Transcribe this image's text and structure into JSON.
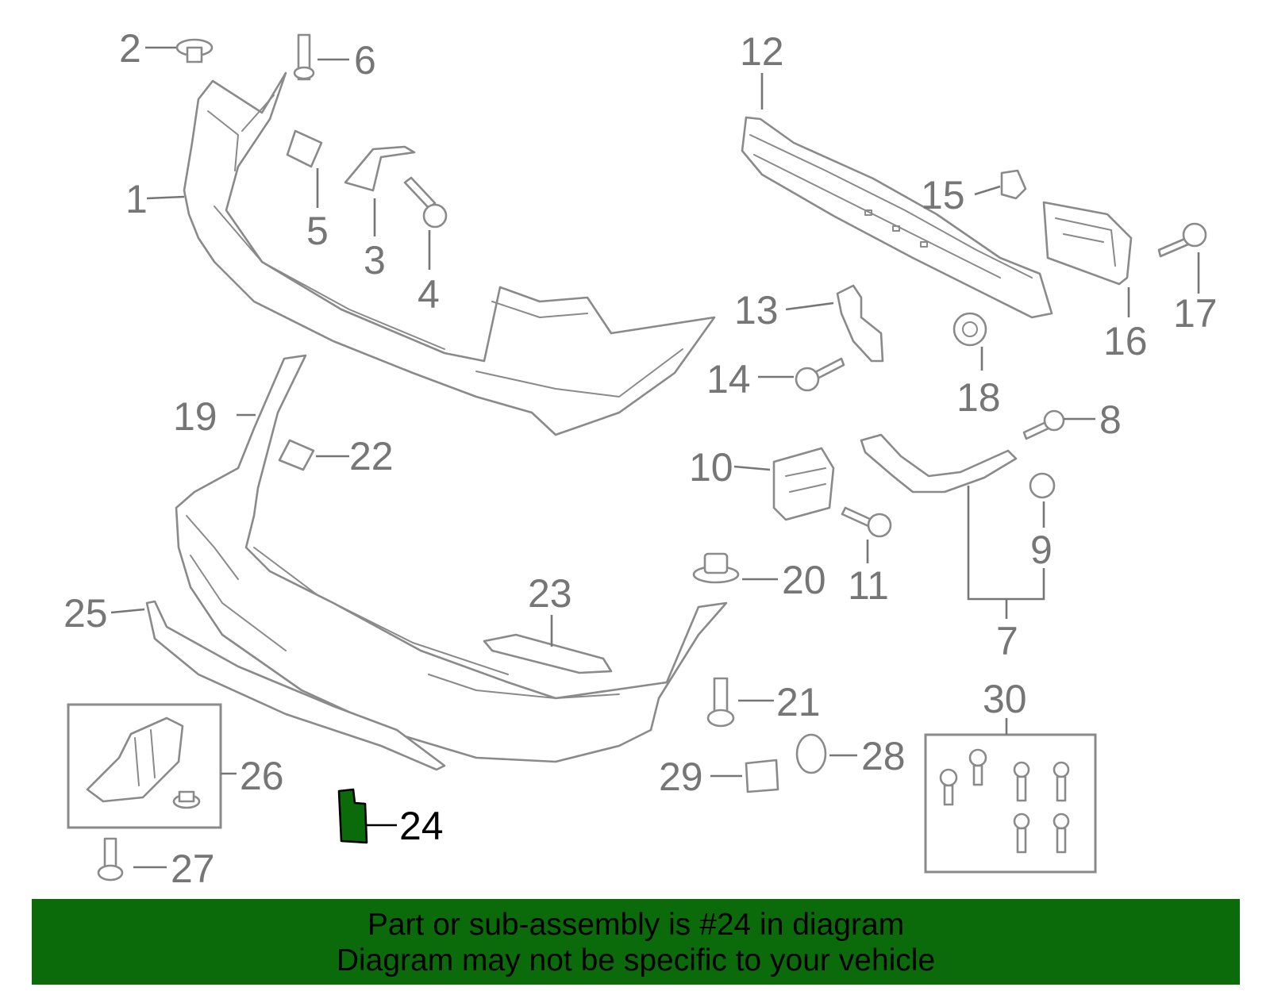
{
  "diagram": {
    "highlight_color": "#0b6b0b",
    "selected_part": "24",
    "callouts": [
      {
        "id": "1",
        "label": "1"
      },
      {
        "id": "2",
        "label": "2"
      },
      {
        "id": "3",
        "label": "3"
      },
      {
        "id": "4",
        "label": "4"
      },
      {
        "id": "5",
        "label": "5"
      },
      {
        "id": "6",
        "label": "6"
      },
      {
        "id": "7",
        "label": "7"
      },
      {
        "id": "8",
        "label": "8"
      },
      {
        "id": "9",
        "label": "9"
      },
      {
        "id": "10",
        "label": "10"
      },
      {
        "id": "11",
        "label": "11"
      },
      {
        "id": "12",
        "label": "12"
      },
      {
        "id": "13",
        "label": "13"
      },
      {
        "id": "14",
        "label": "14"
      },
      {
        "id": "15",
        "label": "15"
      },
      {
        "id": "16",
        "label": "16"
      },
      {
        "id": "17",
        "label": "17"
      },
      {
        "id": "18",
        "label": "18"
      },
      {
        "id": "19",
        "label": "19"
      },
      {
        "id": "20",
        "label": "20"
      },
      {
        "id": "21",
        "label": "21"
      },
      {
        "id": "22",
        "label": "22"
      },
      {
        "id": "23",
        "label": "23"
      },
      {
        "id": "24",
        "label": "24"
      },
      {
        "id": "25",
        "label": "25"
      },
      {
        "id": "26",
        "label": "26"
      },
      {
        "id": "27",
        "label": "27"
      },
      {
        "id": "28",
        "label": "28"
      },
      {
        "id": "29",
        "label": "29"
      },
      {
        "id": "30",
        "label": "30"
      }
    ]
  },
  "banner": {
    "line1": "Part or sub-assembly is #24 in diagram",
    "line2": "Diagram may not be specific to your vehicle"
  }
}
